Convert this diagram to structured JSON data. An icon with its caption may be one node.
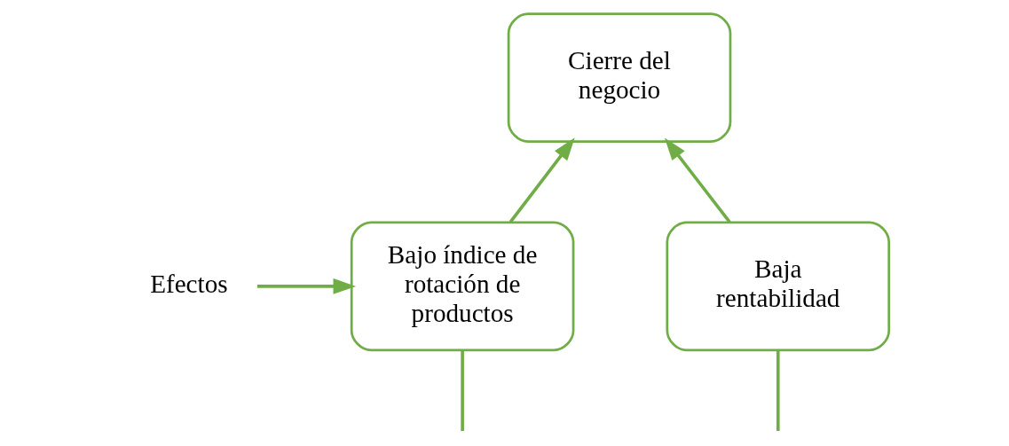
{
  "diagram": {
    "nodes": [
      {
        "text": [
          "Cierre del negocio"
        ]
      },
      {
        "text": [
          "Bajo índice de rotación de productos"
        ]
      },
      {
        "text": [
          "Baja rentabilidad"
        ]
      },
      {
        "text": [
          "Efectos"
        ]
      }
    ],
    "edges": [
      {
        "from": 1,
        "to": 0,
        "arrow": "to"
      },
      {
        "from": 2,
        "to": 0,
        "arrow": "to"
      },
      {
        "from": 3,
        "to": 1,
        "arrow": "to"
      },
      {
        "from": 1,
        "to": null,
        "arrow": "none"
      },
      {
        "from": 2,
        "to": null,
        "arrow": "none"
      }
    ]
  }
}
